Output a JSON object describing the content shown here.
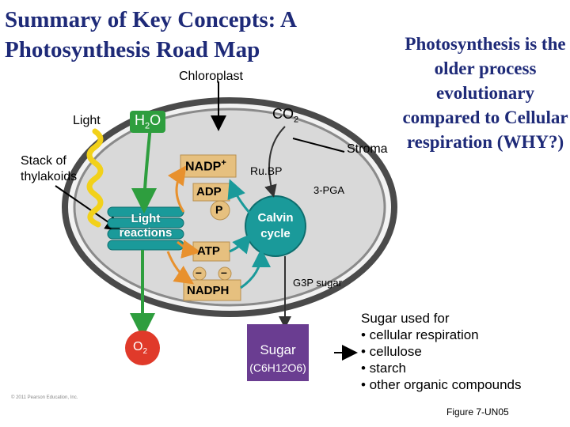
{
  "title": {
    "line1": "Summary of Key Concepts: A",
    "line2": "Photosynthesis Road Map"
  },
  "side_note": "Photosynthesis is the older process evolutionary compared to Cellular respiration (WHY?)",
  "labels": {
    "chloroplast": "Chloroplast",
    "light": "Light",
    "h2o": "H",
    "h2o_sub": "2",
    "h2o_tail": "O",
    "co2": "CO",
    "co2_sub": "2",
    "stroma": "Stroma",
    "stack_thylakoids_1": "Stack of",
    "stack_thylakoids_2": "thylakoids",
    "nadp": "NADP",
    "nadp_sup": "+",
    "rubp": "Ru.BP",
    "pga": "3-PGA",
    "adp": "ADP",
    "p": "P",
    "light_reactions_1": "Light",
    "light_reactions_2": "reactions",
    "calvin_1": "Calvin",
    "calvin_2": "cycle",
    "atp": "ATP",
    "g3p": "G3P sugar",
    "nadph": "NADPH",
    "o2": "O",
    "o2_sub": "2",
    "sugar": "Sugar",
    "sugar_formula": "(C6H12O6)",
    "minus": "–"
  },
  "uses": {
    "heading": "Sugar used for",
    "items": [
      "• cellular respiration",
      "• cellulose",
      "• starch",
      "• other organic compounds"
    ]
  },
  "figure_label": "Figure 7-UN05",
  "copyright": "© 2011 Pearson Education, Inc.",
  "colors": {
    "title": "#1e2a78",
    "membrane": "#4a4a4a",
    "stroma_fill": "#d9d9d9",
    "teal": "#1a9a9a",
    "tan": "#e6c07f",
    "green_arrow": "#2e9e3e",
    "orange_arrow": "#e8912e",
    "red_o2": "#e03a2a",
    "yellow_light": "#f2d11a",
    "purple": "#6a3d91"
  }
}
